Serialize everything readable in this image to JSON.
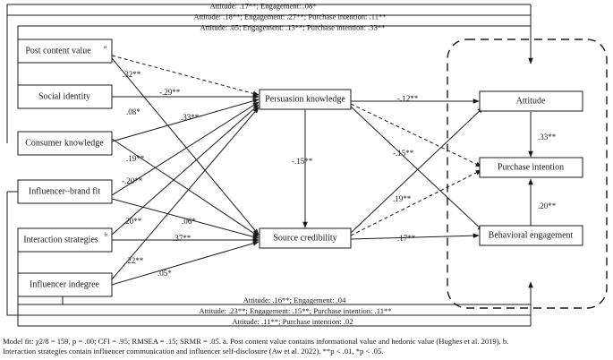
{
  "nodes": {
    "post_content_value": "Post content value",
    "post_content_value_sup": "a",
    "social_identity": "Social identity",
    "consumer_knowledge": "Consumer knowledge",
    "influencer_brand_fit": "Influencer–brand fit",
    "interaction_strategies": "Interaction strategies",
    "interaction_strategies_sup": "b",
    "influencer_indegree": "Influencer indegree",
    "persuasion_knowledge": "Persuasion knowledge",
    "source_credibility": "Source credibility",
    "attitude": "Attitude",
    "purchase_intention": "Purchase intention",
    "behavioral_engagement": "Behavioral engagement"
  },
  "paths": {
    "pcv_sc": ".32**",
    "si_pk": "-.29**",
    "ck_sc": ".08*",
    "ck_pk": ".33**",
    "ibf_pk": ".19**",
    "ibf_sc": "-.20**",
    "int_pk": ".20**",
    "int_sc_fit": ".06*",
    "int_sc": ".37**",
    "ind_pk": ".22**",
    "ind_sc": ".05*",
    "pk_sc": "-.15**",
    "pk_att": "-.12**",
    "pk_eng": "-.15**",
    "sc_att": ".19**",
    "sc_eng": ".17**",
    "att_pi": ".33**",
    "eng_pi": ".20**"
  },
  "annotations": {
    "top1": "Attitude: .17**; Engagement: .08*",
    "top2": "Attitude: .18**; Engagement: .27**; Purchase intention: .11**",
    "top3": "Attitude: .05; Engagement: .13**; Purchase intention: .33**",
    "bot1": "Attitude: .16**; Engagement: .04",
    "bot2": "Attitude: .23**; Engagement: .15**; Purchase intention: .11**",
    "bot3": "Attitude: .11**; Purchase intention: .02"
  },
  "notes": {
    "line1": "Model fit: χ2/8 = 159, p = .00; CFI = .95; RMSEA = .15; SRMR = .05. a. Post content value contains informational value and hedonic value (Hughes et al. 2019). b.",
    "line2": "Interaction strategies contain influencer communication and influencer self-disclosure (Aw et al. 2022). **p < .01, *p < .05."
  }
}
